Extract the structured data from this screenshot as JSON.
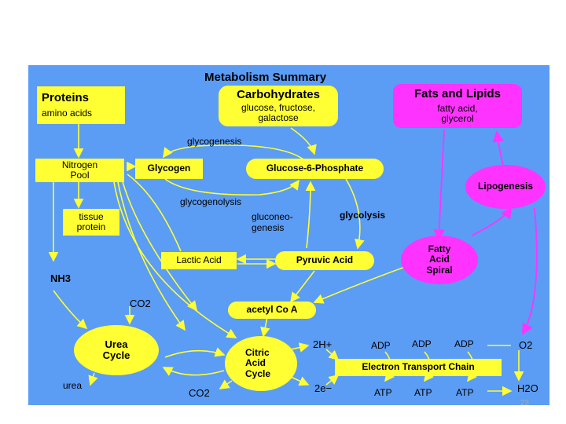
{
  "title": "Metabolism Summary",
  "proteins": {
    "title": "Proteins",
    "sub": "amino acids"
  },
  "carbs": {
    "title": "Carbohydrates",
    "line1": "glucose, fructose,",
    "line2": "galactose"
  },
  "fats": {
    "title": "Fats and Lipids",
    "line1": "fatty acid,",
    "line2": "glycerol"
  },
  "nitrogen_pool": {
    "line1": "Nitrogen",
    "line2": "Pool"
  },
  "tissue_protein": {
    "line1": "tissue",
    "line2": "protein"
  },
  "glycogen": "Glycogen",
  "g6p": "Glucose-6-Phosphate",
  "lipogenesis": "Lipogenesis",
  "fatty_acid_spiral": {
    "line1": "Fatty",
    "line2": "Acid",
    "line3": "Spiral"
  },
  "lactic_acid": "Lactic Acid",
  "pyruvic_acid": "Pyruvic Acid",
  "acetyl_coa": "acetyl Co A",
  "urea_cycle": {
    "line1": "Urea",
    "line2": "Cycle"
  },
  "citric_acid_cycle": {
    "line1": "Citric",
    "line2": "Acid",
    "line3": "Cycle"
  },
  "etc": "Electron Transport Chain",
  "labels": {
    "glycogenesis": "glycogenesis",
    "glycogenolysis": "glycogenolysis",
    "gluconeo1": "gluconeo-",
    "gluconeo2": "genesis",
    "glycolysis": "glycolysis",
    "nh3": "NH3",
    "co2_top": "CO2",
    "co2_bottom": "CO2",
    "urea": "urea",
    "h_plus": "2H+",
    "e_minus": "2e−",
    "adp1": "ADP",
    "adp2": "ADP",
    "adp3": "ADP",
    "atp1": "ATP",
    "atp2": "ATP",
    "atp3": "ATP",
    "o2": "O2",
    "h2o": "H2O"
  },
  "slide_number": "23",
  "colors": {
    "panel": "#5b9cf5",
    "yellow": "#ffff33",
    "magenta": "#ff33ff"
  }
}
